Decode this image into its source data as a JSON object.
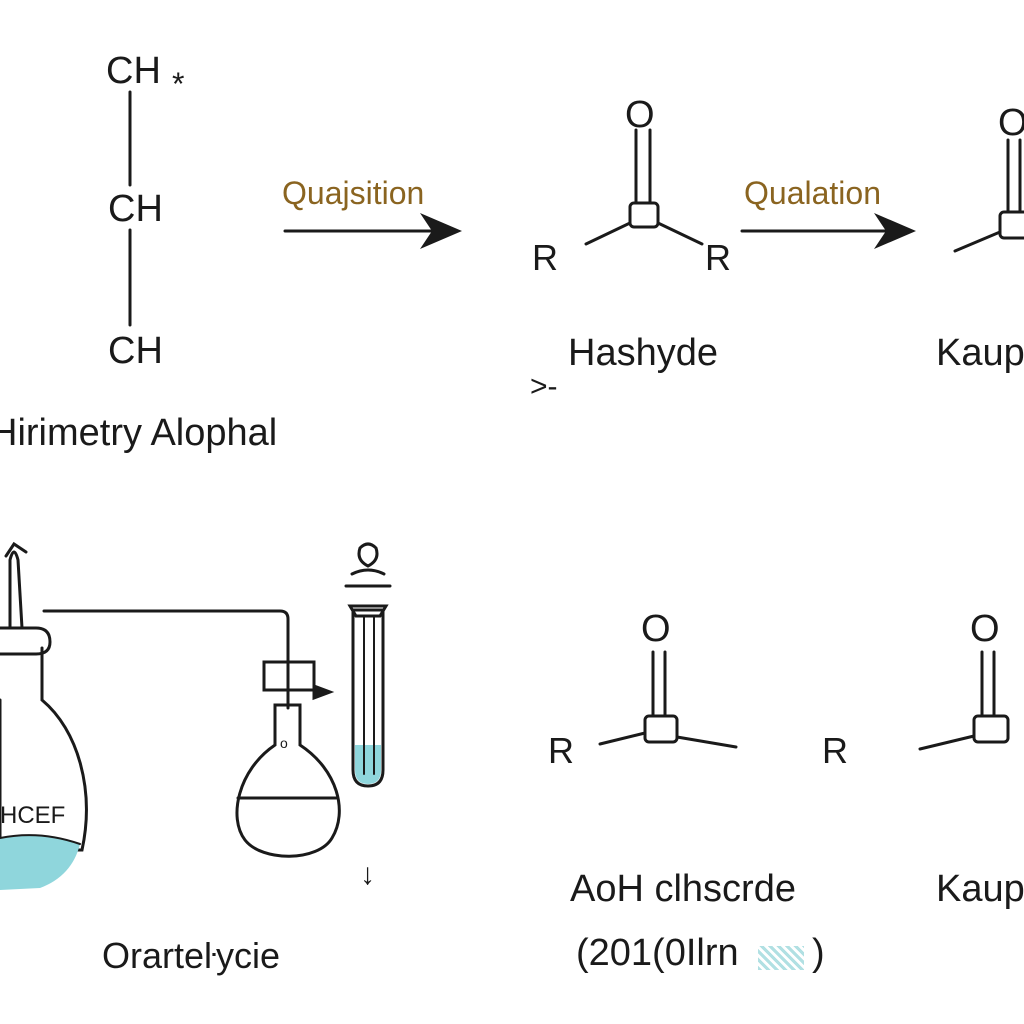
{
  "alcohol": {
    "atom_top": "CH",
    "star": "*",
    "atom_mid": "CH",
    "atom_bottom": "CH",
    "name": "Hirimetry Alophal"
  },
  "arrow1": {
    "label": "Quajsition"
  },
  "aldehyde": {
    "oxygen": "O",
    "r_left": "R",
    "r_right": "R",
    "name": "Hashyde",
    "mark": ">-"
  },
  "arrow2": {
    "label": "Qualation"
  },
  "ketone_top": {
    "oxygen": "O",
    "name": "Kaup"
  },
  "acid_chloride": {
    "oxygen": "O",
    "r_left": "R",
    "name": "AᴏH clhscrde",
    "sub": "(201(0Ilrn",
    "paren_close": ")"
  },
  "ketone_bottom": {
    "oxygen": "O",
    "r_left": "R",
    "name": "Kaup"
  },
  "apparatus": {
    "flask_label": "HCEF",
    "droplet": "↓",
    "caption": "Orarteŀycie"
  },
  "colors": {
    "liquid": "#8fd6dc",
    "ink": "#1a1a1a",
    "arrow_text": "#8a6420"
  }
}
